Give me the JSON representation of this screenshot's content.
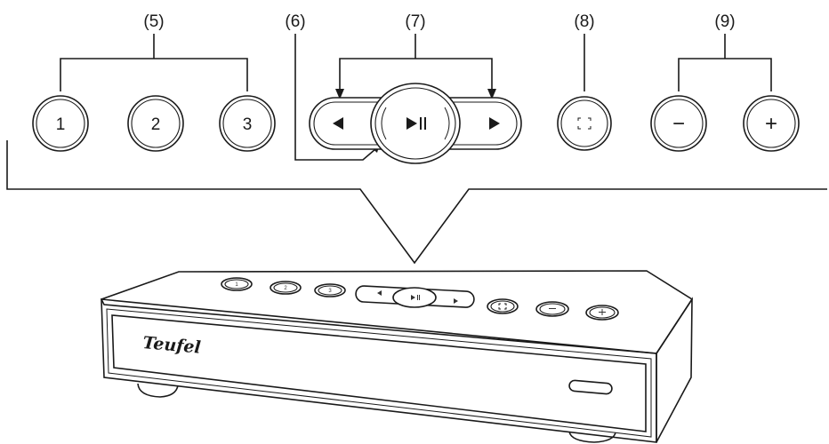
{
  "callouts": {
    "presets": "(5)",
    "source": "(6)",
    "transport": "(7)",
    "connect": "(8)",
    "volume": "(9)"
  },
  "panel_buttons": {
    "preset_1": "1",
    "preset_2": "2",
    "preset_3": "3",
    "previous_icon": "triangle-left-icon",
    "play_pause_icon": "play-pause-icon",
    "next_icon": "triangle-right-icon",
    "connect_icon": "corner-brackets-icon",
    "volume_down": "−",
    "volume_up": "+"
  },
  "device": {
    "brand": "Teufel"
  }
}
